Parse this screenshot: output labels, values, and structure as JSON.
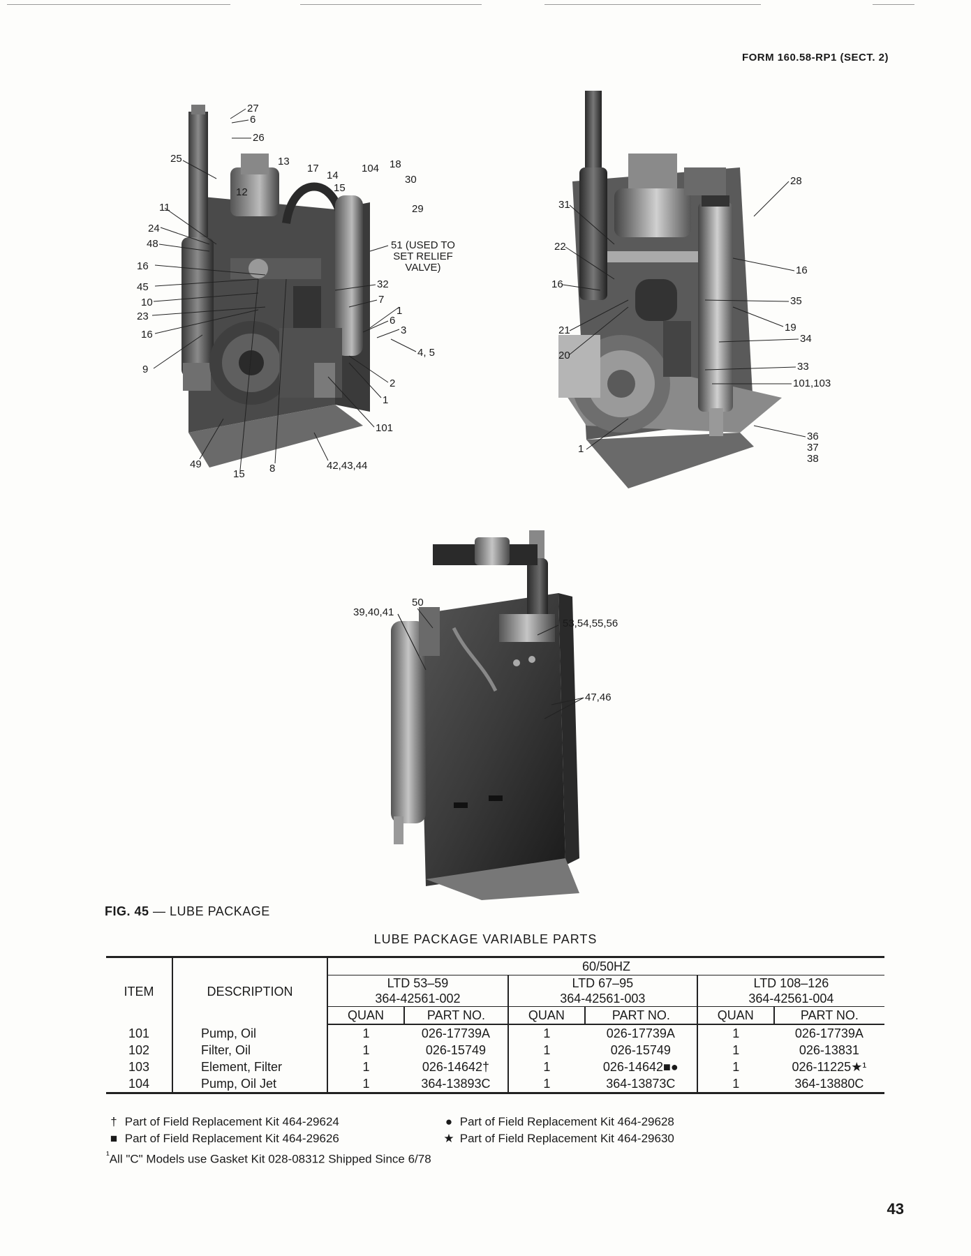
{
  "header": {
    "form_id": "FORM 160.58-RP1 (SECT. 2)"
  },
  "page_number": "43",
  "figure": {
    "number": "FIG. 45",
    "dash": " — ",
    "title": "LUBE PACKAGE",
    "callouts_photo_1": [
      "27",
      "6",
      "26",
      "25",
      "13",
      "17",
      "14",
      "104",
      "18",
      "30",
      "15",
      "12",
      "29",
      "11",
      "24",
      "48",
      "16",
      "45",
      "10",
      "23",
      "16",
      "9",
      "51 (USED TO\nSET RELIEF\nVALVE)",
      "32",
      "7",
      "1",
      "6",
      "3",
      "4, 5",
      "2",
      "1",
      "101",
      "49",
      "15",
      "8",
      "42,43,44"
    ],
    "callouts_photo_2": [
      "28",
      "31",
      "22",
      "16",
      "16",
      "35",
      "21",
      "20",
      "19",
      "34",
      "33",
      "101,103",
      "1",
      "36\n37\n38"
    ],
    "callouts_photo_3": [
      "50",
      "39,40,41",
      "53,54,55,56",
      "47,46"
    ]
  },
  "table": {
    "title": "LUBE PACKAGE VARIABLE PARTS",
    "headers": {
      "item": "ITEM",
      "description": "DESCRIPTION",
      "frequency": "60/50HZ",
      "groups": [
        {
          "model": "LTD 53–59",
          "part": "364-42561-002"
        },
        {
          "model": "LTD 67–95",
          "part": "364-42561-003"
        },
        {
          "model": "LTD 108–126",
          "part": "364-42561-004"
        }
      ],
      "quan": "QUAN",
      "part_no": "PART NO."
    },
    "rows": [
      {
        "item": "101",
        "description": "Pump, Oil",
        "cells": [
          "1",
          "026-17739A",
          "1",
          "026-17739A",
          "1",
          "026-17739A"
        ]
      },
      {
        "item": "102",
        "description": "Filter, Oil",
        "cells": [
          "1",
          "026-15749",
          "1",
          "026-15749",
          "1",
          "026-13831"
        ]
      },
      {
        "item": "103",
        "description": "Element, Filter",
        "cells": [
          "1",
          "026-14642†",
          "1",
          "026-14642■●",
          "1",
          "026-11225★¹"
        ]
      },
      {
        "item": "104",
        "description": "Pump, Oil Jet",
        "cells": [
          "1",
          "364-13893C",
          "1",
          "364-13873C",
          "1",
          "364-13880C"
        ]
      }
    ]
  },
  "footnotes": [
    {
      "symbol": "†",
      "text": "Part of Field Replacement Kit 464-29624"
    },
    {
      "symbol": "●",
      "text": "Part of Field Replacement Kit 464-29628"
    },
    {
      "symbol": "■",
      "text": "Part of Field Replacement Kit 464-29626"
    },
    {
      "symbol": "★",
      "text": "Part of Field Replacement Kit 464-29630"
    },
    {
      "symbol": "¹",
      "text": "All \"C\" Models use Gasket Kit 028-08312 Shipped Since 6/78"
    }
  ]
}
